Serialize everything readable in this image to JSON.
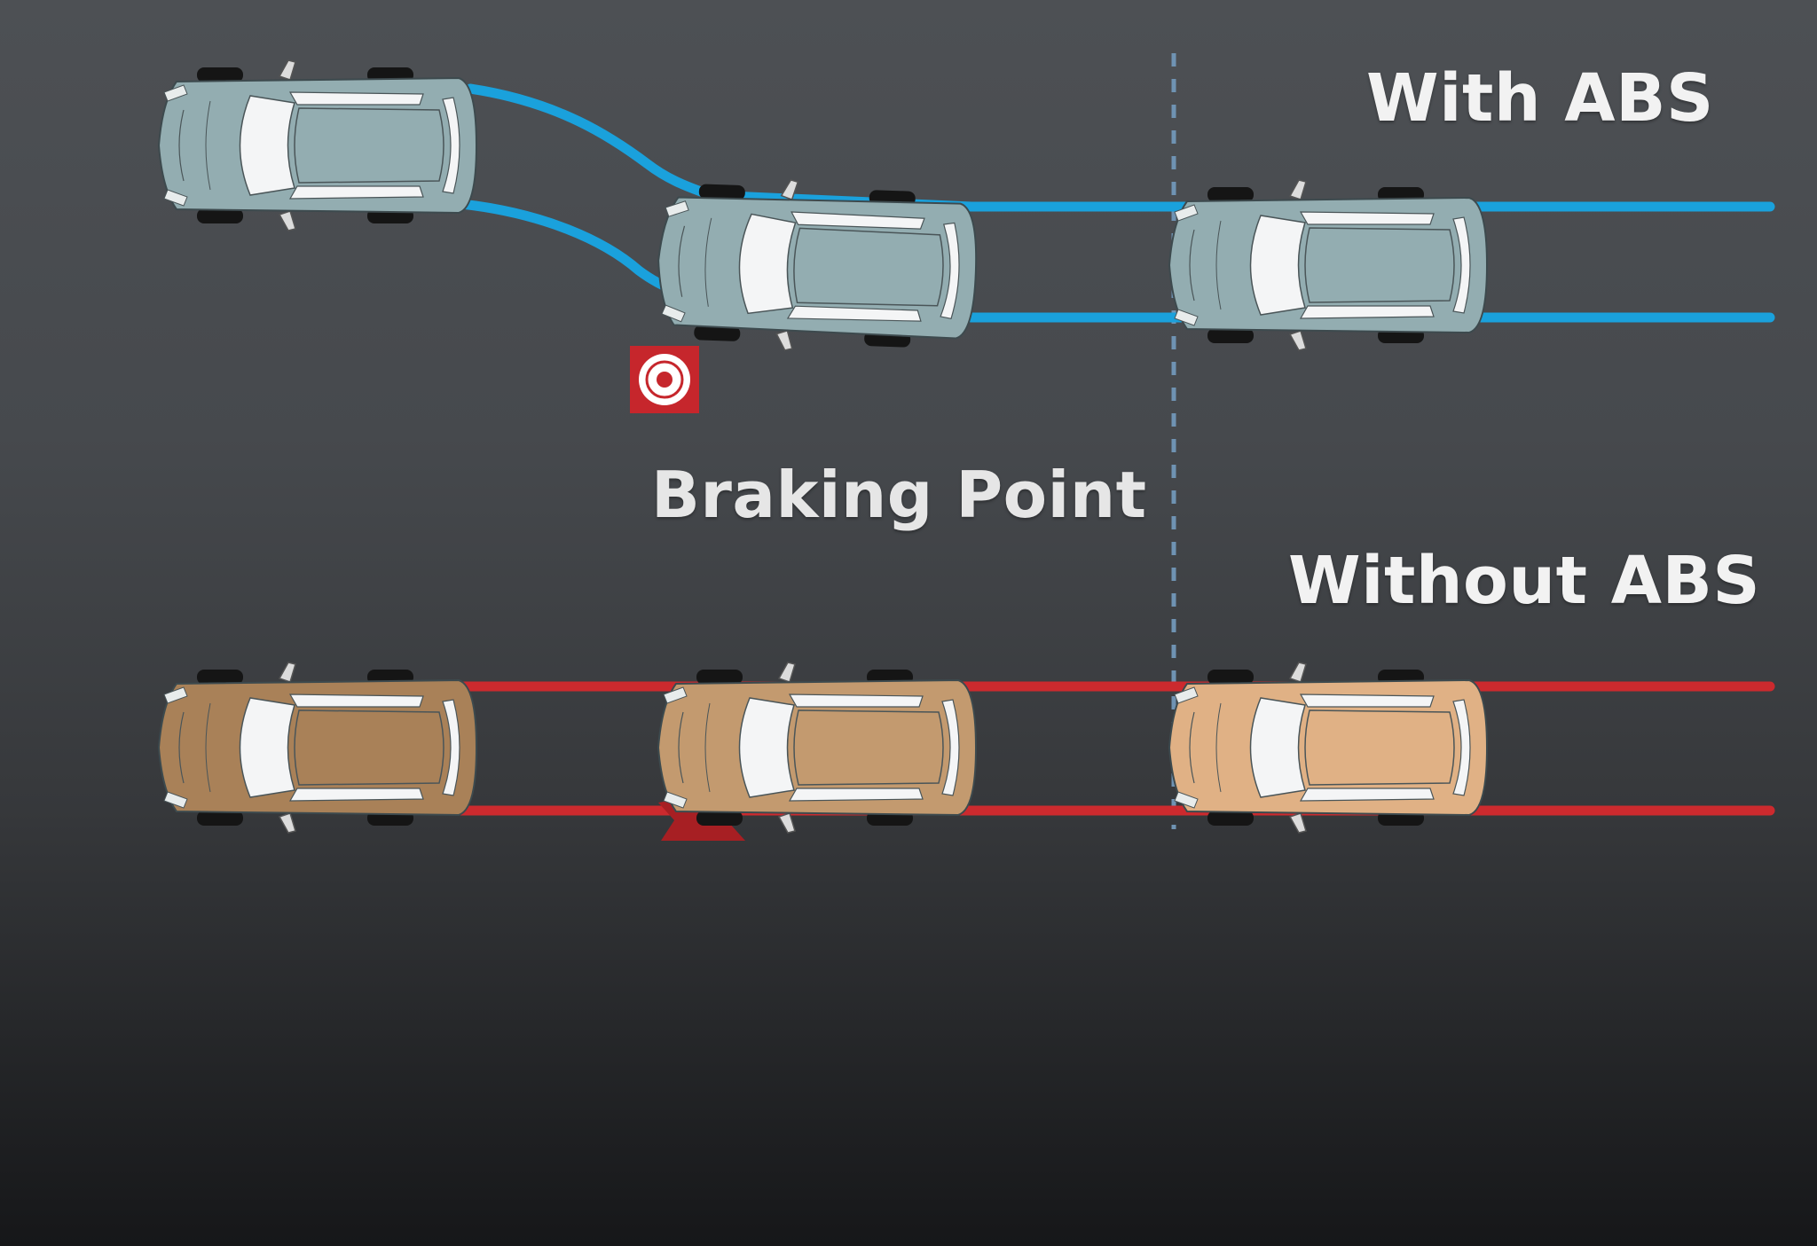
{
  "labels": {
    "with_abs": "With ABS",
    "without_abs": "Without ABS",
    "braking_point": "Braking Point"
  },
  "colors": {
    "abs_track": "#1aa1dc",
    "no_abs_track": "#cc2a2e",
    "abs_car_body": "#93adb1",
    "no_abs_car_body": "#c99c70",
    "divider": "#6f93b3",
    "braking_marker": "#c6262c"
  },
  "icons": {
    "braking_marker": "target-icon",
    "skid_mark": "skid-splat-icon"
  }
}
